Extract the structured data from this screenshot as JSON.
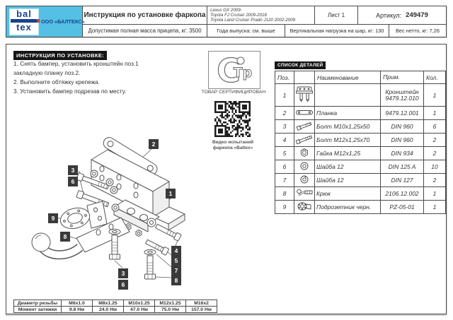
{
  "header": {
    "logo": {
      "top": "bal",
      "bottom": "tex",
      "company": "ООО «БАЛТЕКС»"
    },
    "title": "Инструкция по установке фаркопа",
    "subtitle": "Допустимая полная масса прицепа, кг: 3500",
    "vehicles": [
      "Lexus GX 2009-",
      "Toyota FJ Cruiser 2009-2018",
      "Toyota Land Cruiser Prado J120 2002-2009"
    ],
    "sheet": "Лист 1",
    "article_label": "Артикул:",
    "article_value": "249479",
    "years": "Года выпуска: см. выше",
    "vertical_load": "Вертикальная нагрузка на шар, кг: 130",
    "net_weight": "Вес нетто, кг: 7,26"
  },
  "instructions": {
    "heading": "ИНСТРУКЦИЯ ПО УСТАНОВКЕ:",
    "steps": [
      "1. Снять бампер, установить кронштейн поз.1",
      "закладную планку поз.2.",
      "2. Выполните обтяжку крепежа.",
      "3. Установить бампер подрезав по месту."
    ]
  },
  "certification": {
    "mark_big": "С",
    "mark_small": "Тр",
    "label": "ТОВАР СЕРТИФИЦИРОВАН",
    "qr_caption": "Видео испытаний\nфаркопа «Baltex»"
  },
  "parts_list": {
    "heading": "СПИСОК ДЕТАЛЕЙ",
    "columns": {
      "pos": "Поз.",
      "name": "Наименование",
      "note": "Прим.",
      "qty": "Кол."
    },
    "rows": [
      {
        "pos": "1",
        "icon": "bracket-icon",
        "name": "",
        "note": "Кронштейн\n9479.12.010",
        "qty": "1"
      },
      {
        "pos": "2",
        "icon": "plate-icon",
        "name": "Планка",
        "note": "9479.12.001",
        "qty": "1"
      },
      {
        "pos": "3",
        "icon": "bolt-icon",
        "name": "Болт М10х1,25х50",
        "note": "DIN 960",
        "qty": "6"
      },
      {
        "pos": "4",
        "icon": "bolt-icon",
        "name": "Болт М12х1,25х70",
        "note": "DIN 960",
        "qty": "2"
      },
      {
        "pos": "5",
        "icon": "nut-icon",
        "name": "Гайка М12х1,25",
        "note": "DIN 934",
        "qty": "2"
      },
      {
        "pos": "6",
        "icon": "washer-icon",
        "name": "Шайба 12",
        "note": "DIN 125 A",
        "qty": "10"
      },
      {
        "pos": "7",
        "icon": "spring-washer-icon",
        "name": "Шайба 12",
        "note": "DIN 127",
        "qty": "2"
      },
      {
        "pos": "8",
        "icon": "hook-icon",
        "name": "Крюк",
        "note": "2106.12.002",
        "qty": "1"
      },
      {
        "pos": "9",
        "icon": "socket-plate-icon",
        "name": "Подрозетник черн.",
        "note": "PZ-05-01",
        "qty": "1"
      }
    ]
  },
  "torque_table": {
    "row1_label": "Диаметр резьбы",
    "row2_label": "Момент затяжки",
    "columns": [
      {
        "d": "М6х1.0",
        "t": "9.8 Нм"
      },
      {
        "d": "М8х1.25",
        "t": "24.0 Нм"
      },
      {
        "d": "М10х1.25",
        "t": "47.0 Нм"
      },
      {
        "d": "М12х1.25",
        "t": "75.0 Нм"
      },
      {
        "d": "М16х2",
        "t": "157.0 Нм"
      }
    ]
  },
  "diagram": {
    "labels": [
      "2",
      "3",
      "6",
      "1",
      "9",
      "8",
      "3",
      "6",
      "4",
      "5",
      "7",
      "8"
    ]
  },
  "colors": {
    "logo_bg": "#54c0e4",
    "logo_navy": "#17418f",
    "accent_red": "#d03a2a",
    "chip_bg": "#161616",
    "line": "#4a4a4a"
  }
}
